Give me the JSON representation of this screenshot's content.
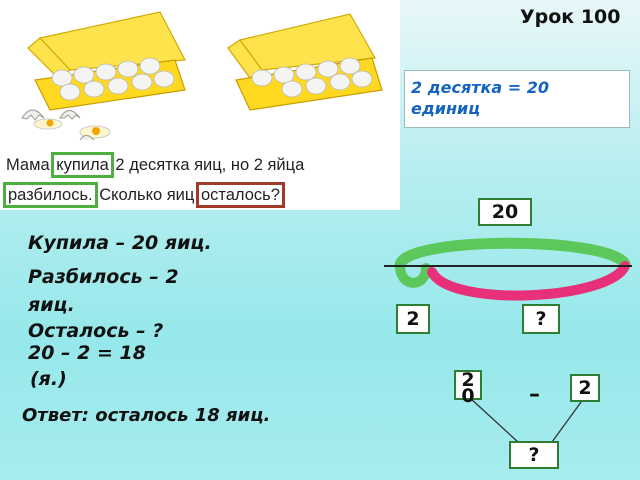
{
  "lesson_title": "Урок 100",
  "fact_box": {
    "text": "2 десятка = 20 единиц"
  },
  "problem": {
    "p1": "Мама ",
    "bought": "купила",
    "p2": " 2 десятка яиц, но 2 яйца",
    "broke": "разбилось.",
    "p3": " Сколько яиц ",
    "left": "осталось?"
  },
  "solution": {
    "line1": "Купила – 20 яиц.",
    "line2": "Разбилось – 2",
    "line3": "яиц.",
    "line4": "Осталось – ?",
    "equation_1": "20 – 2 = 18",
    "equation_2": "(я.)",
    "answer": "Ответ: осталось 18 яиц."
  },
  "brace_diagram": {
    "whole": "20",
    "part_known": "2",
    "part_unknown": "?"
  },
  "tree_diagram": {
    "left": "20",
    "operator": "–",
    "right": "2",
    "result": "?"
  },
  "colors": {
    "green_highlight": "#4caf3f",
    "red_highlight": "#9e3b2a",
    "brace_part": "#e8307a",
    "brace_green": "#5cc75a"
  }
}
